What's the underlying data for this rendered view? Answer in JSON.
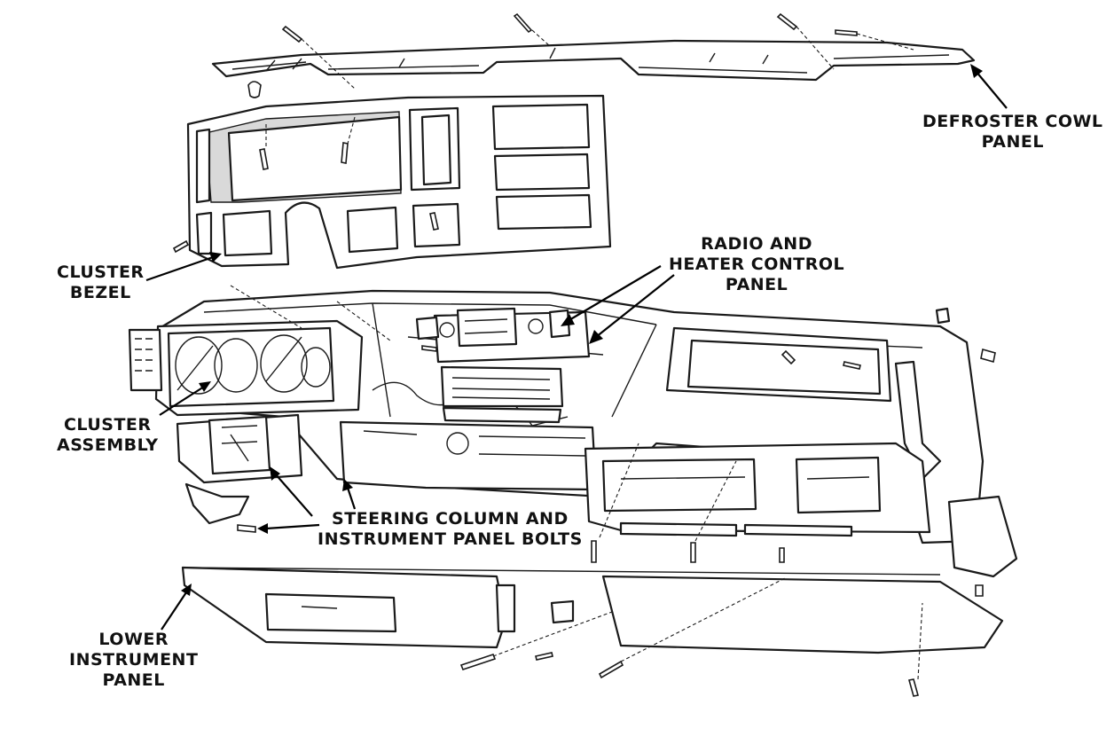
{
  "labels": {
    "defroster": [
      "DEFROSTER COWL",
      "PANEL"
    ],
    "cluster_bezel": [
      "CLUSTER",
      "BEZEL"
    ],
    "radio_heater": [
      "RADIO AND",
      "HEATER CONTROL",
      "PANEL"
    ],
    "cluster_assembly": [
      "CLUSTER",
      "ASSEMBLY"
    ],
    "steering_bolts": [
      "STEERING COLUMN AND",
      "INSTRUMENT PANEL BOLTS"
    ],
    "lower_panel": [
      "LOWER",
      "INSTRUMENT",
      "PANEL"
    ]
  },
  "colors": {
    "line": "#1a1a1a",
    "fill": "#ffffff",
    "shade": "#d9d9d9"
  }
}
